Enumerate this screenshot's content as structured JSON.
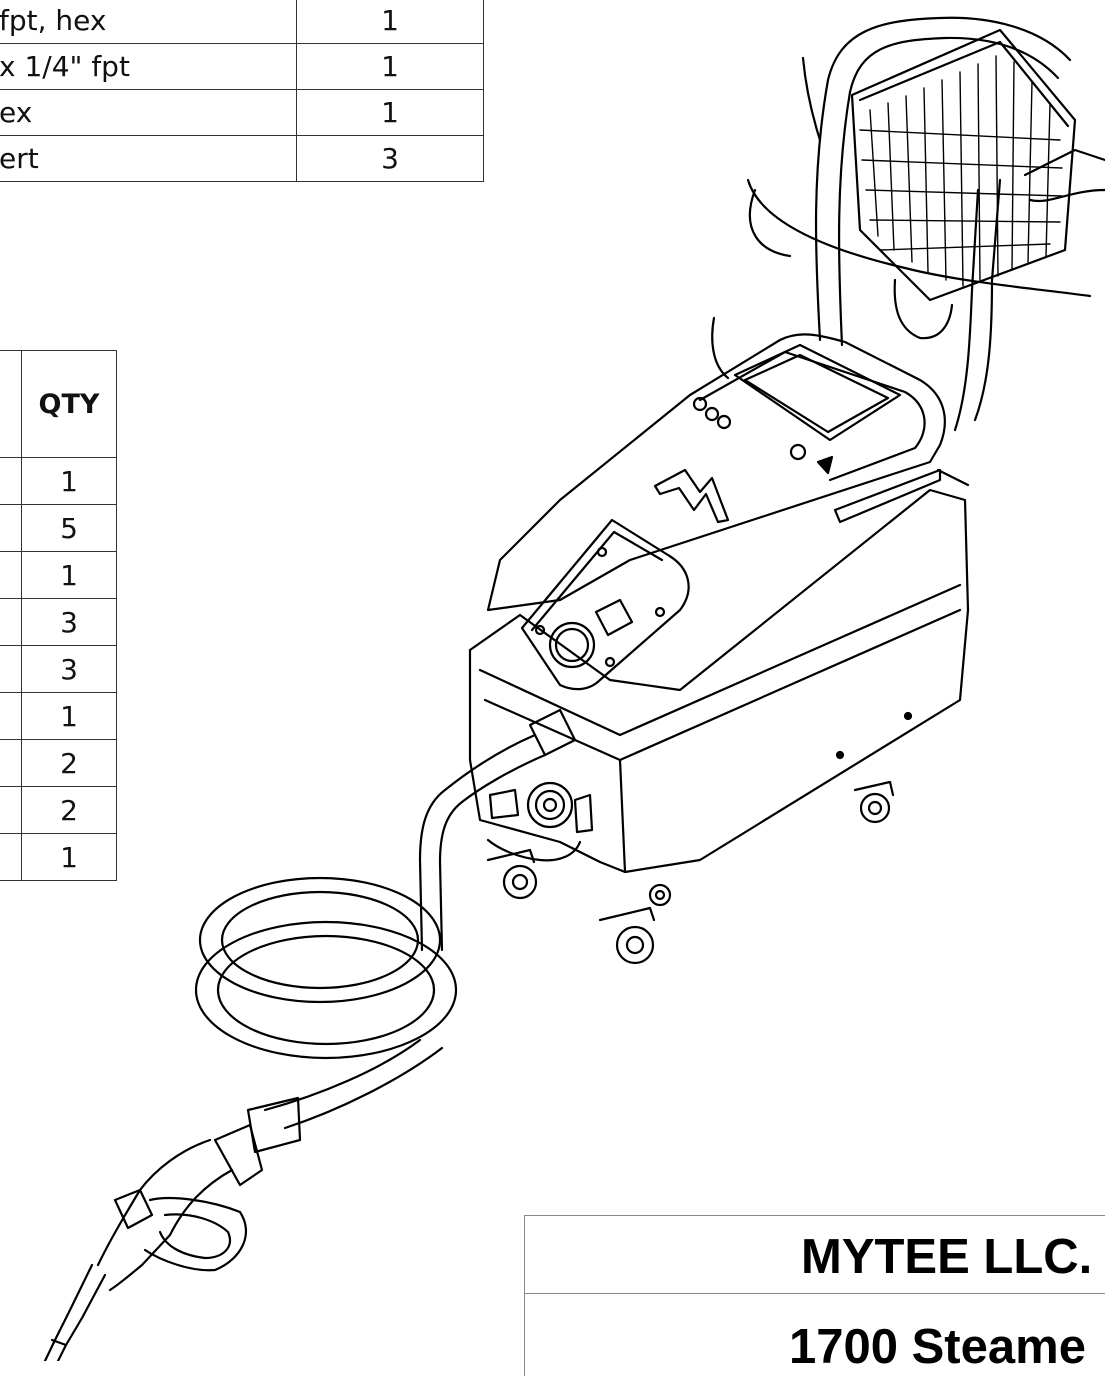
{
  "bom_top": {
    "rows": [
      {
        "desc": "fpt, hex",
        "qty": "1"
      },
      {
        "desc": "x 1/4\" fpt",
        "qty": "1"
      },
      {
        "desc": "ex",
        "qty": "1"
      },
      {
        "desc": "ert",
        "qty": "3"
      }
    ]
  },
  "bom_left": {
    "header": "QTY",
    "quantities": [
      "1",
      "5",
      "1",
      "3",
      "3",
      "1",
      "2",
      "2",
      "1"
    ]
  },
  "title_block": {
    "company": "MYTEE LLC.",
    "product": "1700 Steame"
  },
  "drawing": {
    "subject": "steam cleaner on wheeled cart with basket, coiled hose and spray gun",
    "line_color": "#000000"
  }
}
